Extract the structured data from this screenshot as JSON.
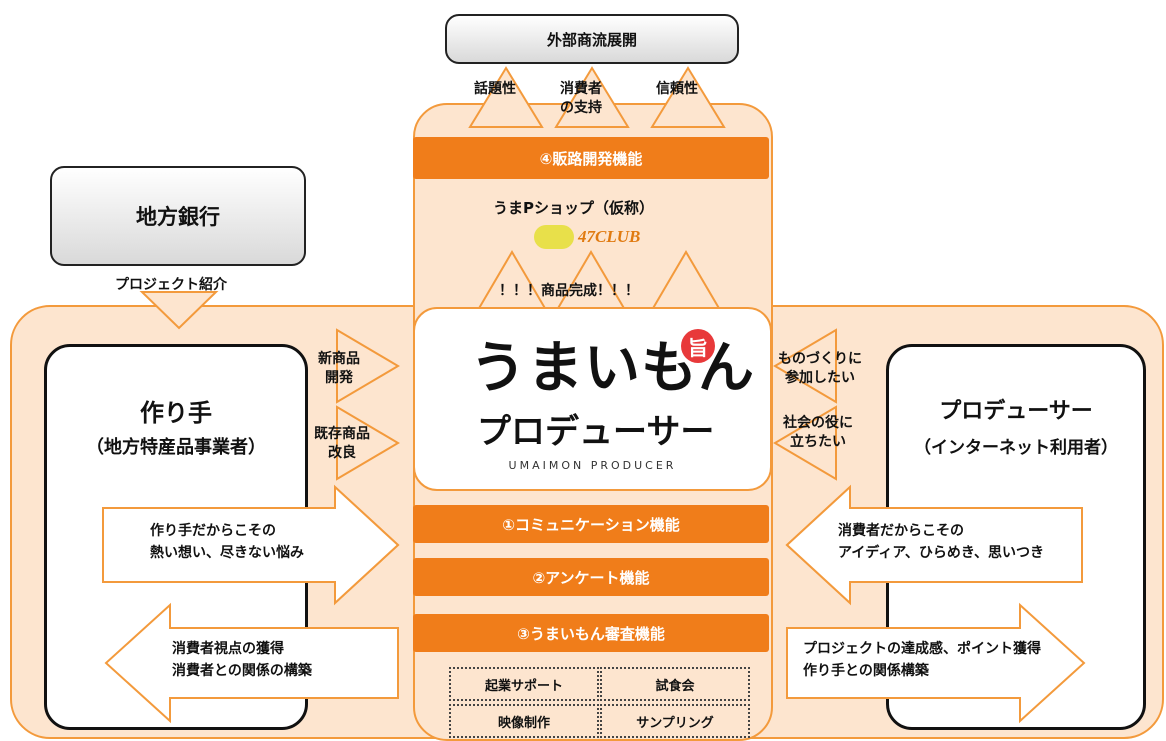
{
  "external": {
    "label": "外部商流展開"
  },
  "top_labels": {
    "topicality": "話題性",
    "consumer_support_1": "消費者",
    "consumer_support_2": "の支持",
    "trust": "信頼性"
  },
  "bank": {
    "label": "地方銀行",
    "intro": "プロジェクト紹介"
  },
  "functions": {
    "sales": "④販路開発機能",
    "communication": "①コミュニケーション機能",
    "survey": "②アンケート機能",
    "review": "③うまいもん審査機能"
  },
  "shop": {
    "name": "うまPショップ（仮称）",
    "logo_text": "47CLUB"
  },
  "completed": "！！！商品完成！！！",
  "logo": {
    "line1": "うまいもん",
    "line2": "プロデューサー",
    "roman": "UMAIMON PRODUCER",
    "badge": "旨"
  },
  "maker": {
    "title": "作り手",
    "subtitle": "（地方特産品事業者）"
  },
  "producer": {
    "title": "プロデューサー",
    "subtitle": "（インターネット利用者）"
  },
  "left_small": {
    "new_1": "新商品",
    "new_2": "開発",
    "improve_1": "既存商品",
    "improve_2": "改良"
  },
  "right_small": {
    "make_1": "ものづくりに",
    "make_2": "参加したい",
    "society_1": "社会の役に",
    "society_2": "立ちたい"
  },
  "arrows": {
    "maker_out_1": "作り手だからこその",
    "maker_out_2": "熱い想い、尽きない悩み",
    "maker_in_1": "消費者視点の獲得",
    "maker_in_2": "消費者との関係の構築",
    "producer_out_1": "消費者だからこその",
    "producer_out_2": "アイディア、ひらめき、思いつき",
    "producer_in_1": "プロジェクトの達成感、ポイント獲得",
    "producer_in_2": "作り手との関係構築"
  },
  "support": {
    "startup": "起業サポート",
    "tasting": "試食会",
    "video": "映像制作",
    "sampling": "サンプリング"
  },
  "colors": {
    "orange": "#f07d1a",
    "peach": "#fde5cf",
    "outline": "#f39a3c"
  }
}
